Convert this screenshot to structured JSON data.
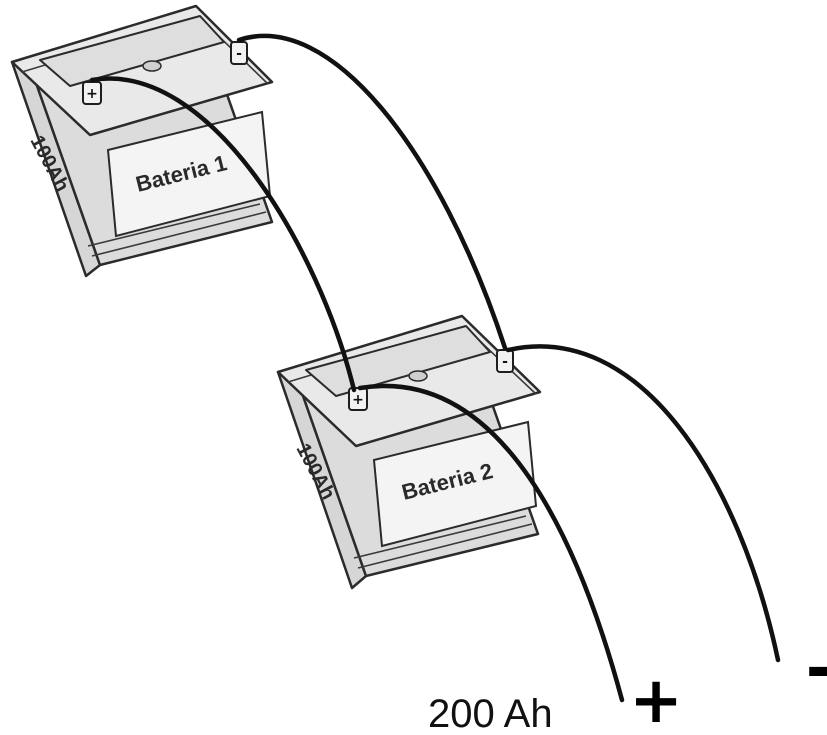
{
  "batteries": [
    {
      "name": "Bateria 1",
      "capacity": "100Ah",
      "pos_symbol": "+",
      "neg_symbol": "-"
    },
    {
      "name": "Bateria 2",
      "capacity": "100Ah",
      "pos_symbol": "+",
      "neg_symbol": "-"
    }
  ],
  "output": {
    "total_capacity": "200 Ah",
    "positive_symbol": "+",
    "negative_symbol": "-"
  }
}
